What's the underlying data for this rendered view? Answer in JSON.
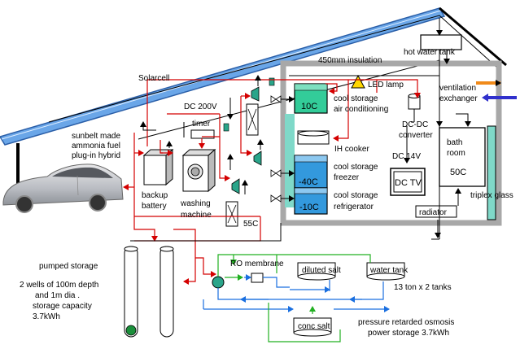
{
  "labels": {
    "solarcell": "Solarcell",
    "insulation": "450mm insulation",
    "hot_water_tank": "hot water tank",
    "led_lamp": "LED lamp",
    "ventilation": "ventilation",
    "exchanger": "exchanger",
    "dc_200v": "DC 200V",
    "cool_storage_ac_1": "cool storage",
    "cool_storage_ac_2": "air conditioning",
    "temp_10c": "10C",
    "dcdc_1": "DC-DC",
    "dcdc_2": "converter",
    "timer": "timer",
    "car_1": "sunbelt made",
    "car_2": "ammonia fuel",
    "car_3": "plug-in hybrid",
    "ih_cooker": "IH cooker",
    "dc_14v": "DC 14V",
    "bath_1": "bath",
    "bath_2": "room",
    "temp_50c": "50C",
    "freezer_1": "cool storage",
    "freezer_2": "freezer",
    "temp_m40c": "-40C",
    "dc_tv": "DC TV",
    "triplex_glass": "triplex glass",
    "backup_1": "backup",
    "backup_2": "battery",
    "washing_1": "washing",
    "washing_2": "machine",
    "refrig_1": "cool storage",
    "refrig_2": "refrigerator",
    "temp_m10c": "-10C",
    "temp_55c": "55C",
    "radiator": "radiator",
    "pumped_storage": "pumped storage",
    "wells_1": "2 wells of 100m depth",
    "wells_2": "and 1m dia .",
    "storage_cap_1": "storage capacity",
    "storage_cap_2": "3.7kWh",
    "ro_membrane": "RO membrane",
    "diluted_salt": "diluted salt",
    "water_tank": "water tank",
    "tanks_note": "13 ton x 2 tanks",
    "conc_salt": "conc salt",
    "pro_1": "pressure retarded osmosis",
    "pro_2": "power storage 3.7kWh"
  },
  "colors": {
    "power_line": "#d40000",
    "water_line": "#1a6fe0",
    "salt_line": "#22b022",
    "solar_panel": "#6aa6e8",
    "cool_box": "#33cc99",
    "freezer_box": "#3399dd",
    "glass": "#7fd9c9",
    "house_wall": "#a8a8a8"
  }
}
